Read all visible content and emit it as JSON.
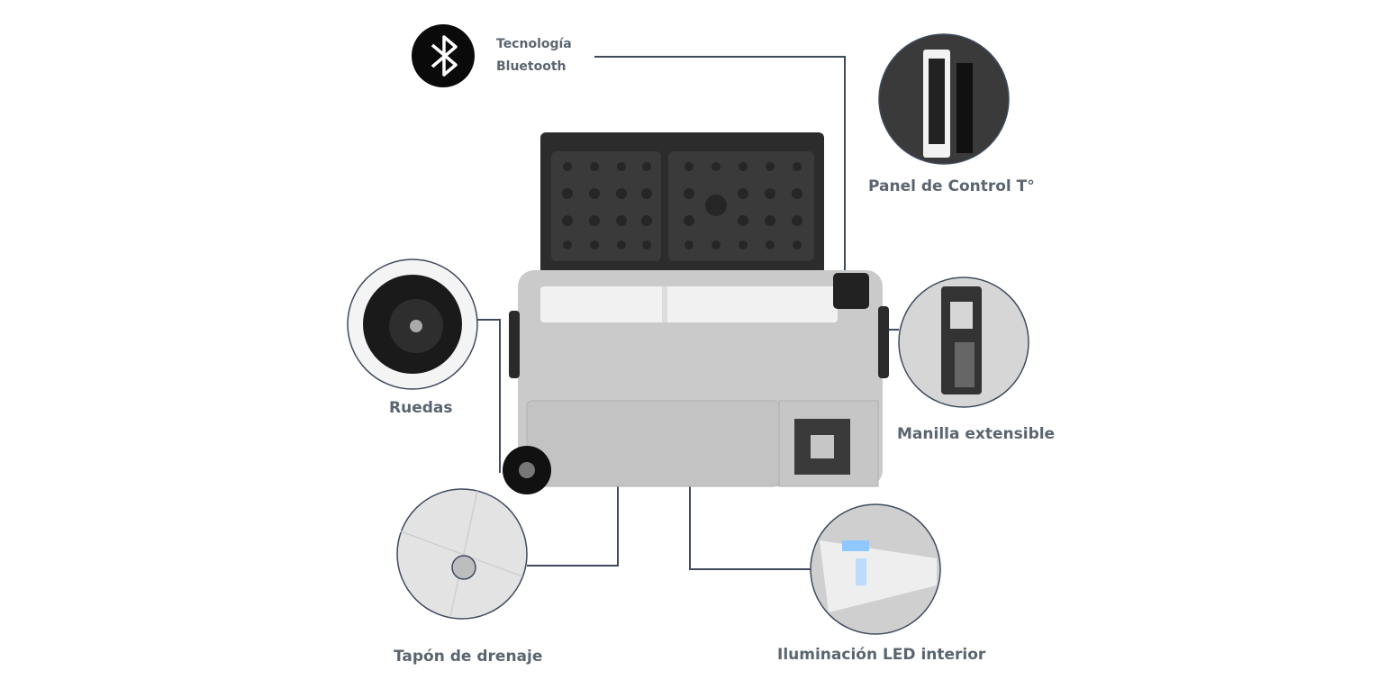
{
  "labels": {
    "bluetooth_line1": "Tecnología",
    "bluetooth_line2": "Bluetooth",
    "control_panel": "Panel de Control T°",
    "wheels": "Ruedas",
    "handle": "Manilla extensible",
    "drain": "Tapón de drenaje",
    "led": "Iluminación LED interior"
  },
  "colors": {
    "label_text": "#5b6570",
    "callout_line": "#3f4b5d",
    "lid": "#2c2c2c",
    "body": "#c9c9c9"
  }
}
